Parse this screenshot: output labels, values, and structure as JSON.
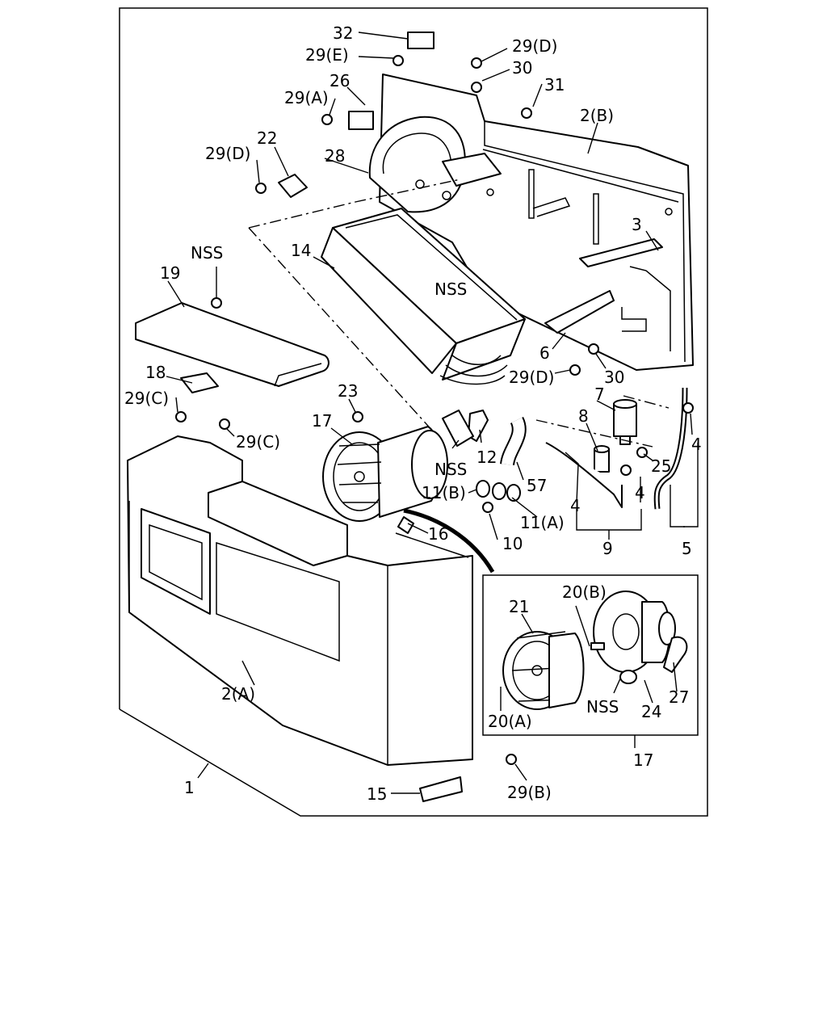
{
  "callouts": {
    "c32": "32",
    "c29E": "29(E)",
    "c29D_top": "29(D)",
    "c30_top": "30",
    "c31": "31",
    "c26": "26",
    "c29A": "29(A)",
    "c2B": "2(B)",
    "c22": "22",
    "c29D_left": "29(D)",
    "c28": "28",
    "c3": "3",
    "c14": "14",
    "cNSS_screw": "NSS",
    "cNSS_mid": "NSS",
    "c19": "19",
    "c6": "6",
    "c29D_mid": "29(D)",
    "c30_mid": "30",
    "c18": "18",
    "c29C_left": "29(C)",
    "c29C_right": "29(C)",
    "c23": "23",
    "c17_main": "17",
    "c7": "7",
    "c8": "8",
    "c4_right": "4",
    "c25": "25",
    "cNSS_clip": "NSS",
    "c12": "12",
    "c57": "57",
    "c11B": "11(B)",
    "c11A": "11(A)",
    "c10": "10",
    "c16": "16",
    "c4_a": "4",
    "c4_b": "4",
    "c9": "9",
    "c5": "5",
    "c21": "21",
    "c20B": "20(B)",
    "c2A": "2(A)",
    "cNSS_inset": "NSS",
    "c24": "24",
    "c27": "27",
    "c20A": "20(A)",
    "c17_inset": "17",
    "c1": "1",
    "c29B": "29(B)",
    "c15": "15"
  }
}
